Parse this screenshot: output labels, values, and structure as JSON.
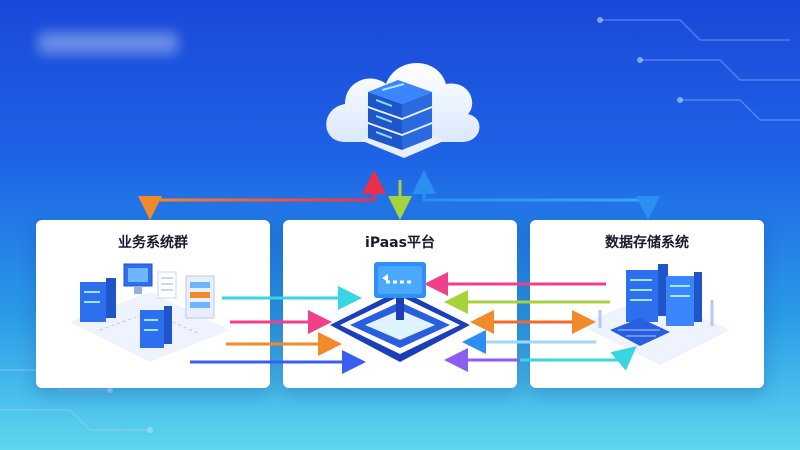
{
  "cards": {
    "business": {
      "title": "业务系统群"
    },
    "ipaas": {
      "title": "iPaas平台"
    },
    "data": {
      "title": "数据存储系统"
    }
  },
  "colors": {
    "background_top": "#1a48d8",
    "background_bottom": "#5fd6ee",
    "arrow_orange": "#f08a2a",
    "arrow_green": "#a8d23c",
    "arrow_blue": "#2a8ff0",
    "arrow_pink": "#f0408a",
    "arrow_cyan": "#38d6e0",
    "arrow_indigo": "#3a5ef0",
    "server_blue": "#2e6ff0"
  },
  "icons": [
    "cloud-server-icon",
    "business-servers-icon",
    "ipaas-platform-icon",
    "data-storage-icon"
  ]
}
